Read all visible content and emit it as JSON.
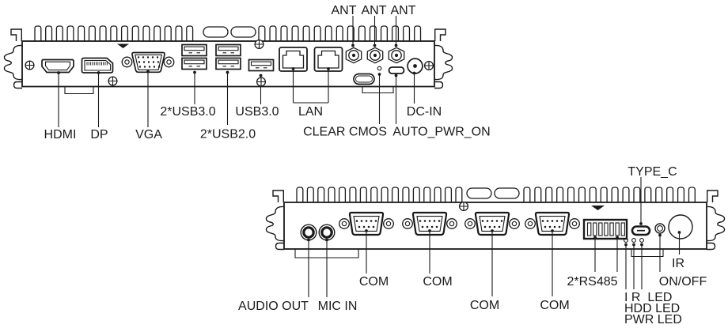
{
  "top_panel": {
    "ant_labels": [
      "ANT",
      "ANT",
      "ANT"
    ],
    "row1": {
      "usb3_pair": "2*USB3.0",
      "usb3_single": "USB3.0",
      "lan": "LAN",
      "dc_in": "DC-IN"
    },
    "row2": {
      "hdmi": "HDMI",
      "dp": "DP",
      "vga": "VGA",
      "usb2_pair": "2*USB2.0",
      "clear_cmos": "CLEAR CMOS",
      "auto_pwr_on": "AUTO_PWR_ON"
    }
  },
  "bottom_panel": {
    "type_c": "TYPE_C",
    "audio_out": "AUDIO OUT",
    "mic_in": "MIC IN",
    "com_labels": [
      "COM",
      "COM",
      "COM",
      "COM"
    ],
    "rs485": "2*RS485",
    "ir": "IR",
    "on_off": "ON/OFF",
    "led_labels": [
      "I R  LED",
      "HDD LED",
      "PWR LED"
    ]
  },
  "colors": {
    "line": "#1a1a1a",
    "background": "#ffffff"
  }
}
